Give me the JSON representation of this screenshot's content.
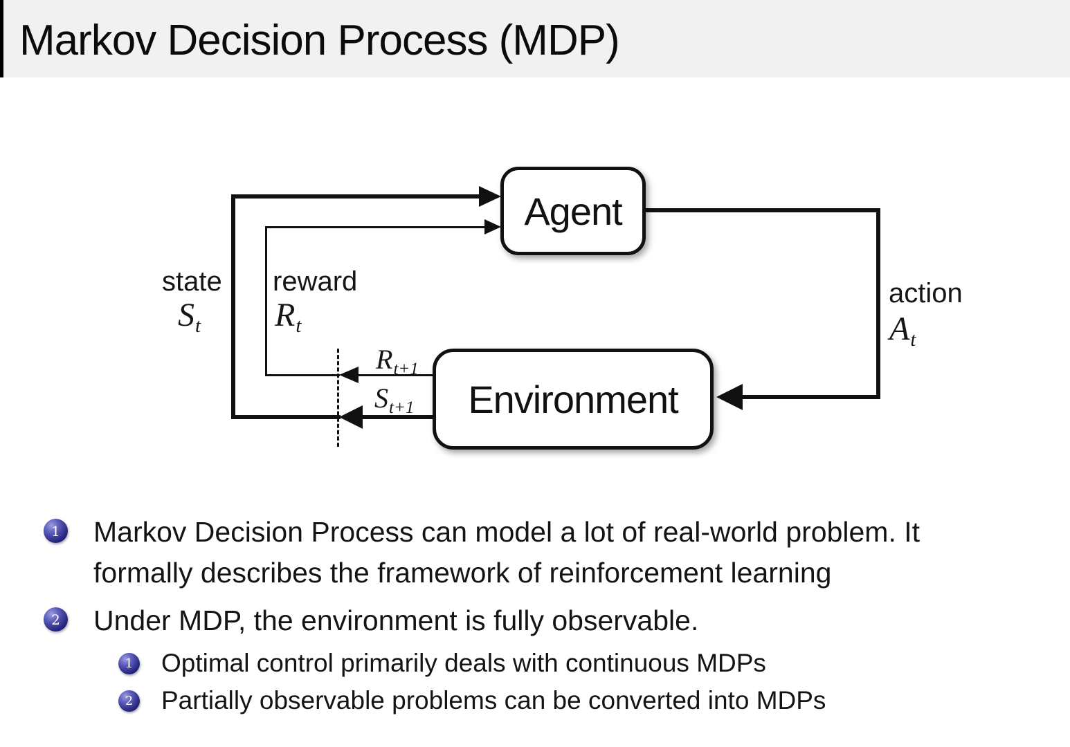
{
  "title": "Markov Decision Process (MDP)",
  "diagram": {
    "agent_label": "Agent",
    "environment_label": "Environment",
    "state_label": "state",
    "state_symbol": {
      "base": "S",
      "sub": "t"
    },
    "reward_label": "reward",
    "reward_symbol": {
      "base": "R",
      "sub": "t"
    },
    "action_label": "action",
    "action_symbol": {
      "base": "A",
      "sub": "t"
    },
    "next_reward_symbol": {
      "base": "R",
      "sub": "t+1"
    },
    "next_state_symbol": {
      "base": "S",
      "sub": "t+1"
    }
  },
  "bullets": [
    {
      "marker": "1",
      "lines": [
        "Markov Decision Process can model a lot of real-world problem. It",
        "formally describes the framework of reinforcement learning"
      ]
    },
    {
      "marker": "2",
      "lines": [
        "Under MDP, the environment is fully observable."
      ],
      "sub": [
        {
          "marker": "1",
          "text": "Optimal control primarily deals with continuous MDPs"
        },
        {
          "marker": "2",
          "text": "Partially observable problems can be converted into MDPs"
        }
      ]
    }
  ],
  "colors": {
    "title_bar_bg": "#f1f1f1",
    "bullet_ball_blue": "#23237c",
    "line_color": "#111111"
  }
}
